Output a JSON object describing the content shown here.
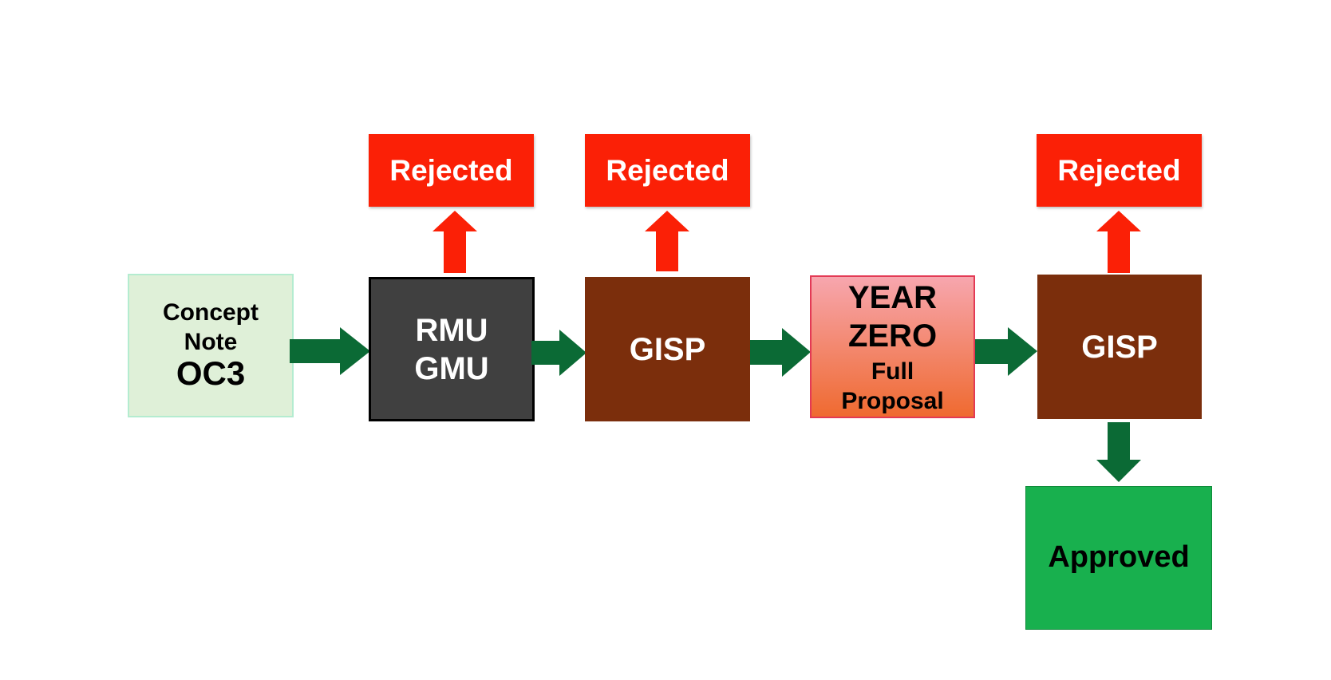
{
  "colors": {
    "rejected": "#fb2006",
    "concept": "#dff0d8",
    "rmu": "#404040",
    "gisp": "#7b2e0c",
    "year_zero_top": "#f7a6ae",
    "year_zero_bottom": "#ef6a30",
    "approved": "#18b04e",
    "arrow_green": "#0b6a35",
    "arrow_red": "#fb2006"
  },
  "nodes": {
    "concept_note": {
      "line1": "Concept",
      "line2": "Note",
      "line3": "OC3"
    },
    "rmu_gmu": {
      "line1": "RMU",
      "line2": "GMU"
    },
    "gisp_1": {
      "label": "GISP"
    },
    "year_zero": {
      "line1": "YEAR",
      "line2": "ZERO",
      "line3": "Full",
      "line4": "Proposal"
    },
    "gisp_2": {
      "label": "GISP"
    },
    "approved": {
      "label": "Approved"
    },
    "rejected_1": {
      "label": "Rejected"
    },
    "rejected_2": {
      "label": "Rejected"
    },
    "rejected_3": {
      "label": "Rejected"
    }
  }
}
